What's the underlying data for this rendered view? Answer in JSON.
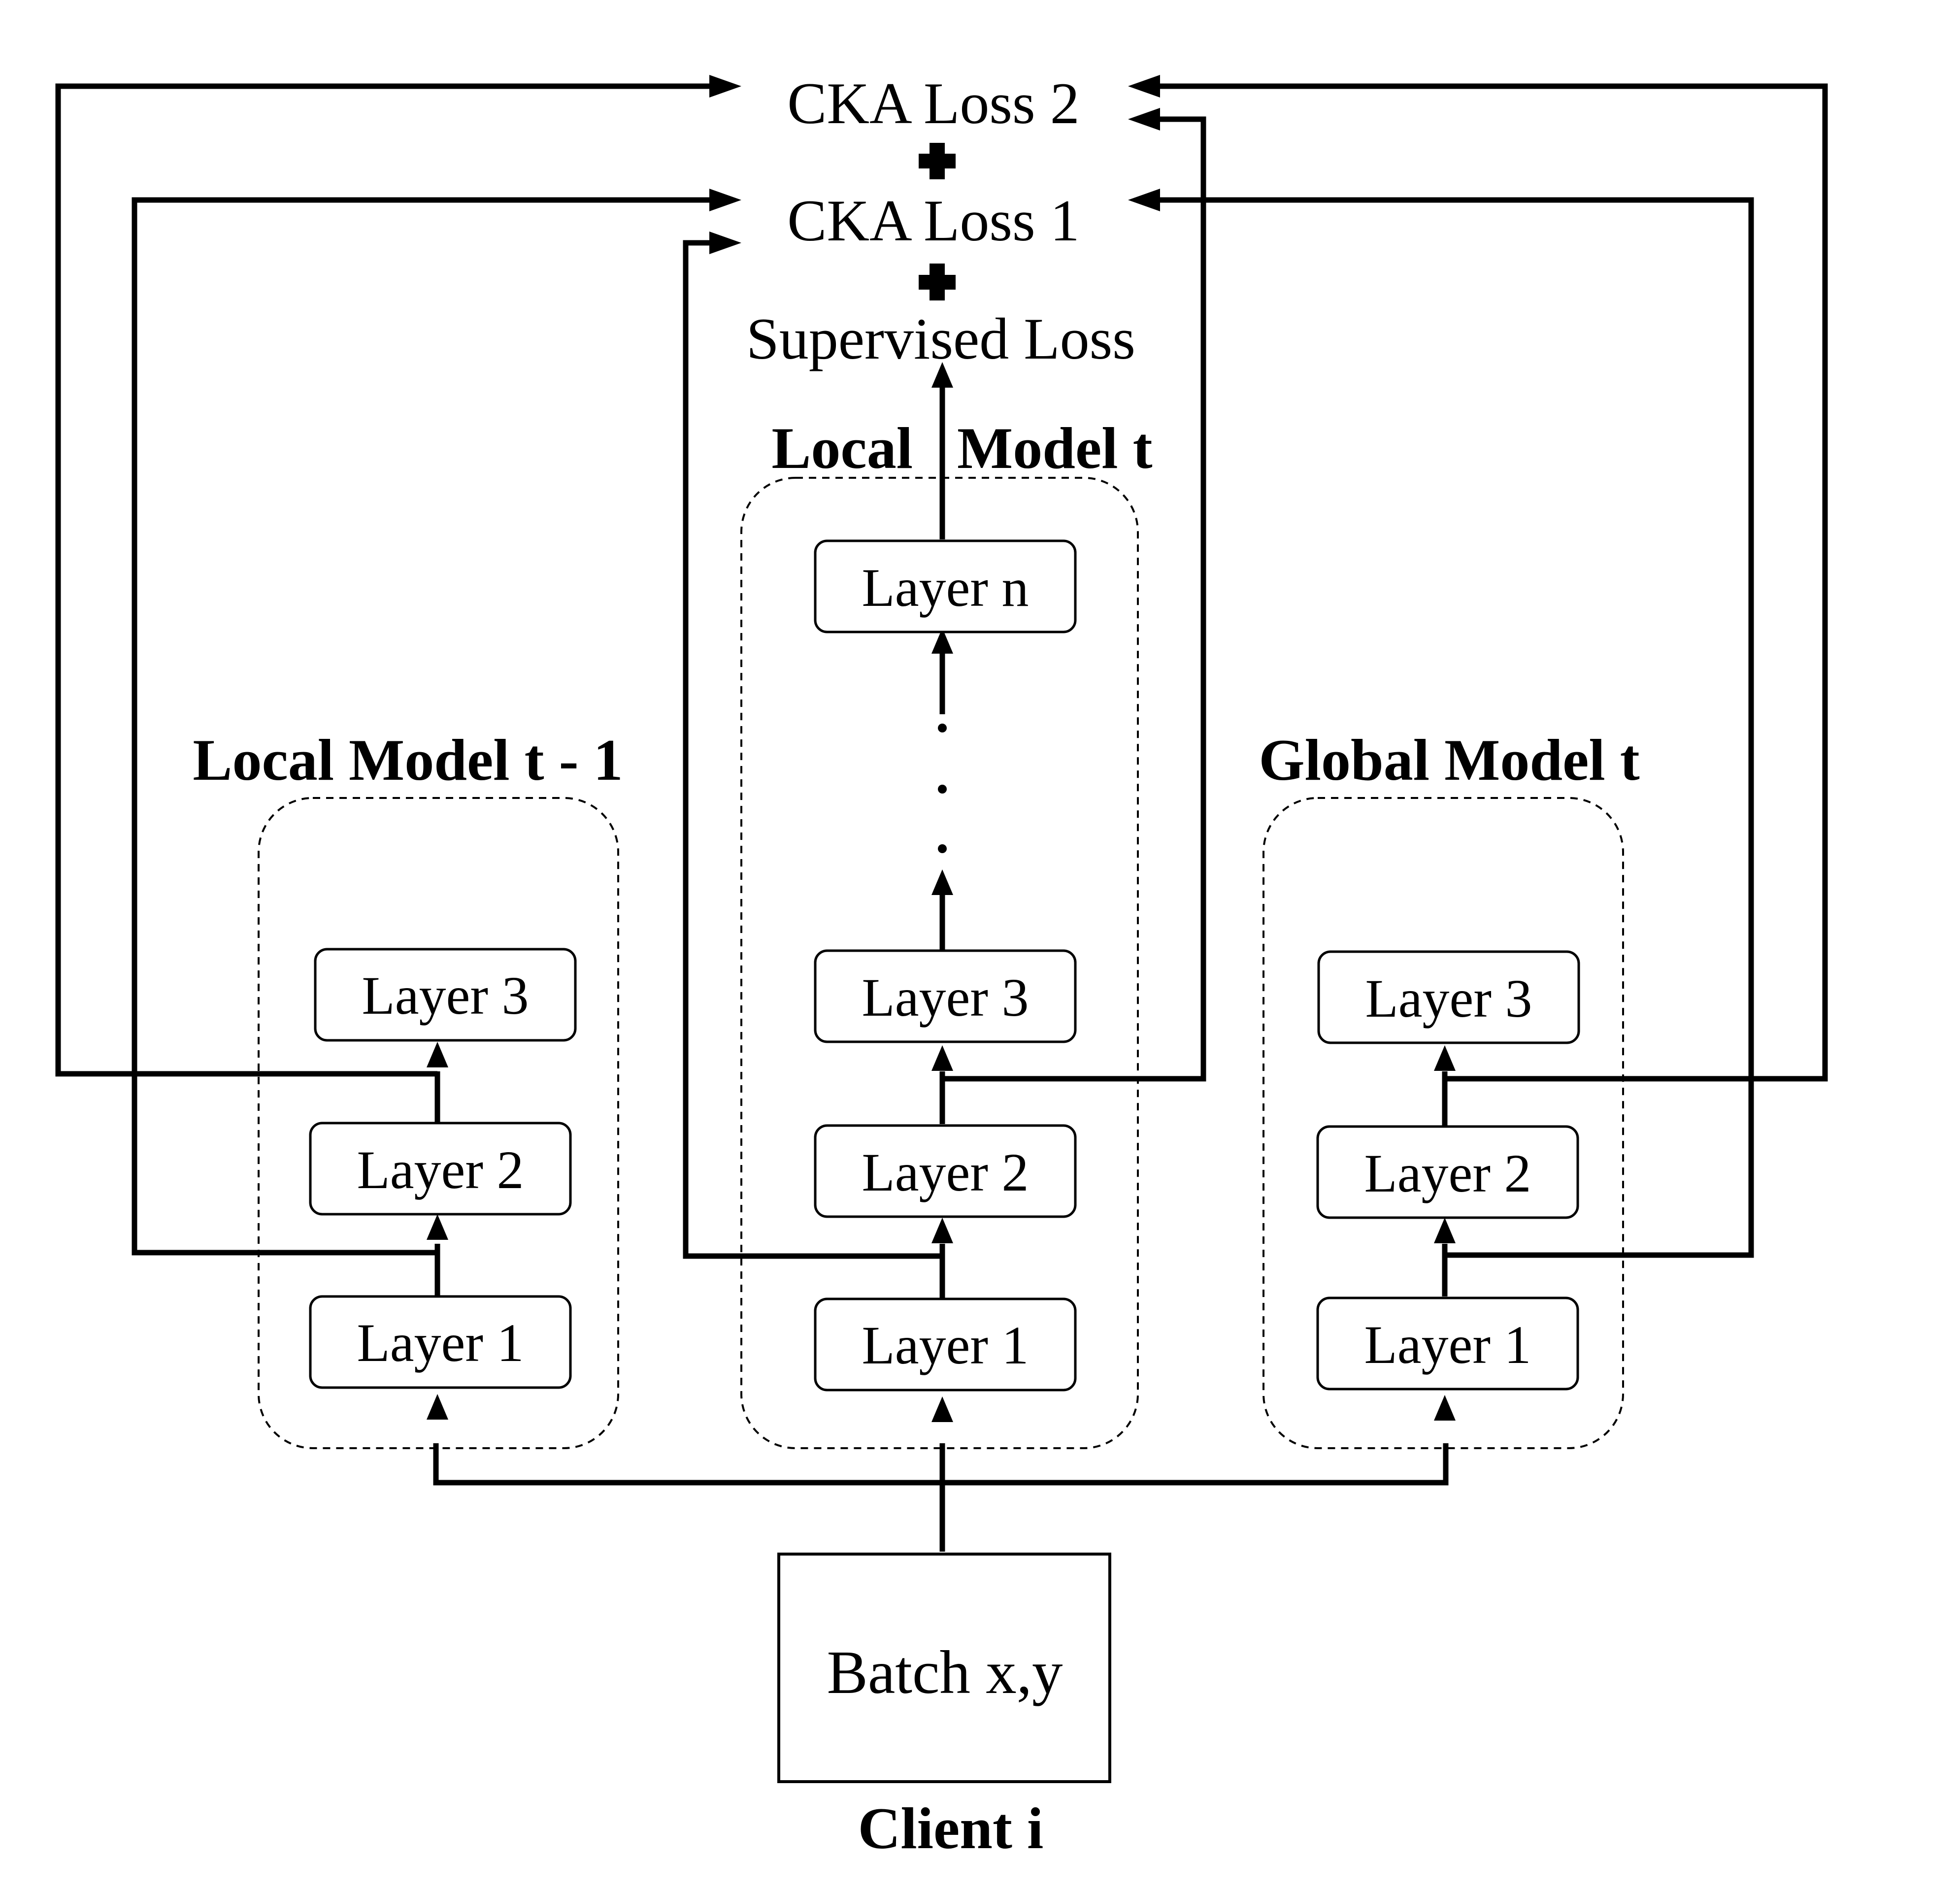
{
  "losses": {
    "cka_loss_2": "CKA Loss 2",
    "cka_loss_1": "CKA Loss 1",
    "supervised_loss": "Supervised Loss"
  },
  "models": {
    "local_prev": {
      "title": "Local Model t - 1",
      "layers": [
        "Layer 1",
        "Layer 2",
        "Layer 3"
      ]
    },
    "local_current": {
      "title": "Local   Model t",
      "layers": [
        "Layer 1",
        "Layer 2",
        "Layer 3",
        "Layer n"
      ]
    },
    "global": {
      "title": "Global Model t",
      "layers": [
        "Layer 1",
        "Layer 2",
        "Layer 3"
      ]
    }
  },
  "batch": {
    "label": "Batch x,y",
    "caption": "Client i"
  },
  "icons": {
    "combine": "plus-icon",
    "flow": "arrow-icon"
  }
}
